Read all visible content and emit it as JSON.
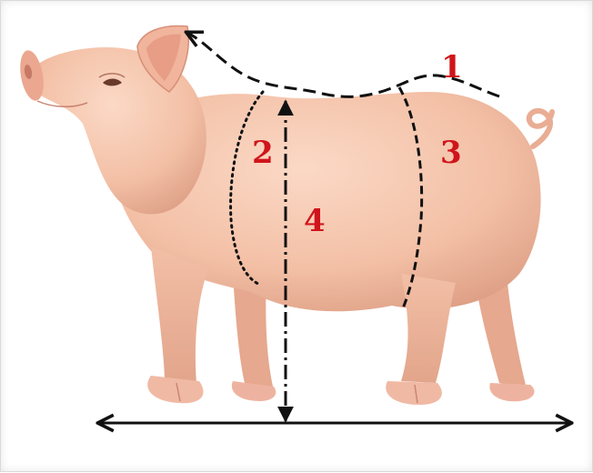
{
  "figure": {
    "labels": [
      "1",
      "2",
      "3",
      "4"
    ],
    "colors": {
      "skin": "#f3c2a8",
      "skin_shadow": "#d99a80",
      "hoof": "#f0b9a4",
      "label": "#d0141b",
      "line": "#111111"
    }
  }
}
